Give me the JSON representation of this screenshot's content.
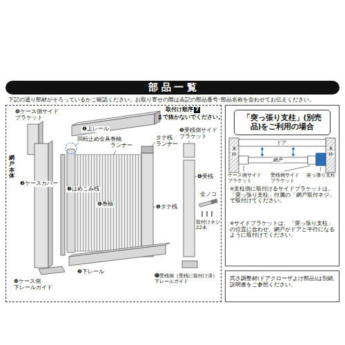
{
  "diagram": {
    "title": "部 品 一 覧",
    "nodes": [
      {
        "text": [
          "網戸本体"
        ]
      },
      {
        "text": [
          "※支柱側に取付けるサイドブラケットは、「突っ張り支柱」付属の「網戸取付ネジ」で取付けてください。",
          "※サイドブラケットは、「突っ張り支柱」の位置に合わせ、網戸がドアと平行になるように取付けてください。"
        ]
      },
      {
        "text": [
          "「突っ張り支柱」(別売品)をご利用の場合"
        ],
        "in": 1
      },
      {
        "text": [
          "高さ調整材(ドアクローザよけ部品)は別紙説明書をご参照ください。"
        ]
      }
    ],
    "labels": [
      "下記の通り部材がそろっているかご確認ください。お取り寄せの際は表記の部品番号･部品名称を合わせてお伝えください。",
      "❽ケース側サイド ブラケット",
      "❶上レール",
      "取付け順序",
      "7",
      "まで抜かないでください。",
      "回転止め金具",
      "巻軸 ランナー",
      "タテ桟 ランナー",
      "❾受桟側サイド ブラケット",
      "❸ケースカバー",
      "❼はめこみ桟",
      "❻巻軸",
      "❺タテ桟",
      "❹受桟",
      "金ノコ",
      "取付けネジ 22本",
      "❿ケース側 下レールガイド",
      "❷下レール",
      "⓫受桟側（受桟に取付け済） 下レールガイド",
      "ドア",
      "網戸",
      "木枠",
      "木枠",
      "ケース側サイド ブラケット",
      "受桟側サイド ブラケット",
      "突っ張り支柱"
    ]
  }
}
